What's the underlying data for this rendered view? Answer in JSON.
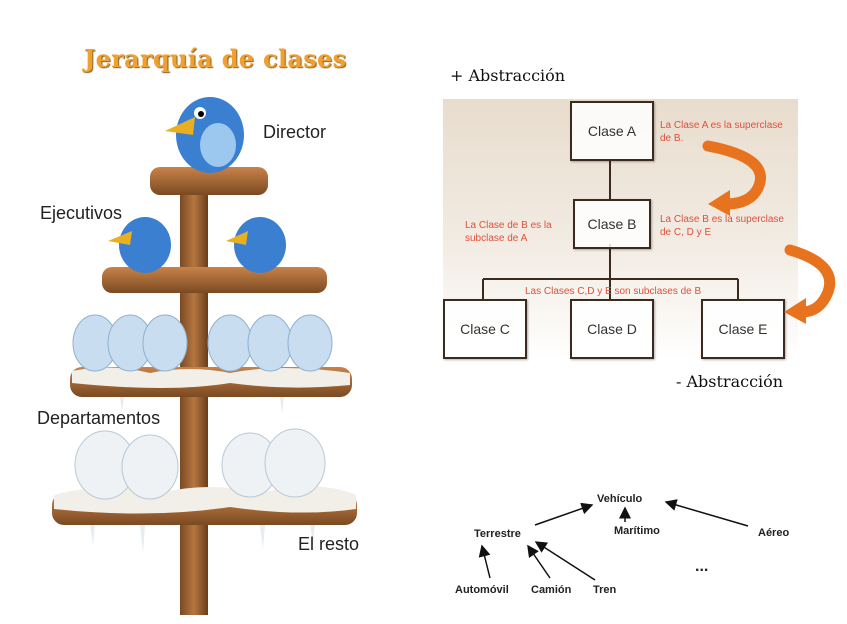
{
  "title": "Jerarquía de clases",
  "cartoon": {
    "labels": [
      "Director",
      "Ejecutivos",
      "Departamentos",
      "El resto"
    ]
  },
  "hierarchy": {
    "top_label": "+ Abstracción",
    "bottom_label": "- Abstracción",
    "classes": [
      "Clase A",
      "Clase B",
      "Clase C",
      "Clase D",
      "Clase E"
    ],
    "notes": {
      "a_superclass": "La Clase A es la superclase de B.",
      "b_subclass": "La Clase de B es la subclase de A",
      "b_superclass": "La Clase B es la superclase de C, D y E",
      "cde_subclasses": "Las Clases C,D y E son subclases de B"
    },
    "colors": {
      "note": "#e0503c",
      "arrow": "#e8731e"
    }
  },
  "vehicles": {
    "root": "Vehículo",
    "level1": [
      "Terrestre",
      "Marítimo",
      "Aéreo"
    ],
    "level2": [
      "Automóvil",
      "Camión",
      "Tren"
    ],
    "ellipsis": "..."
  }
}
